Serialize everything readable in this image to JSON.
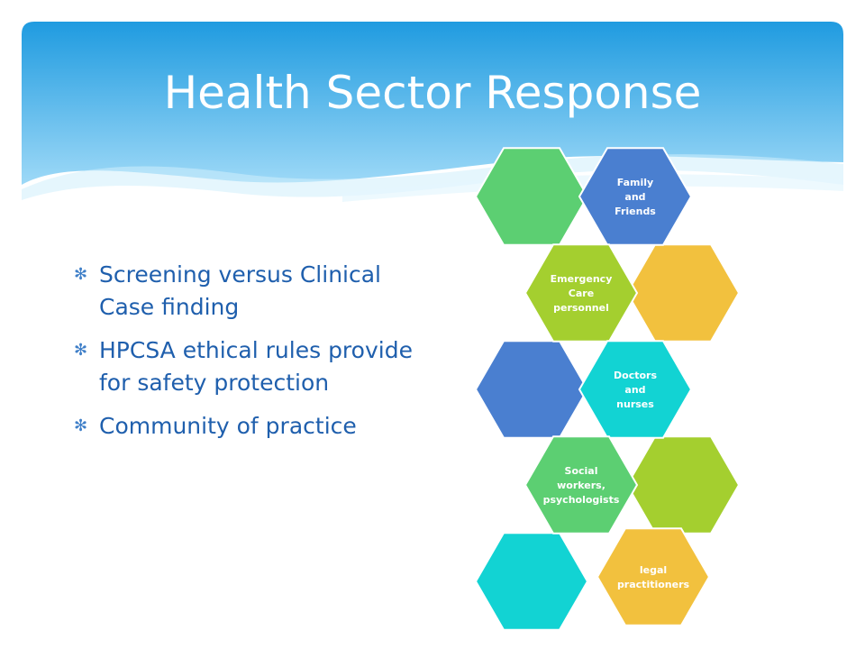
{
  "slide": {
    "title": "Health Sector Response",
    "bullets": [
      {
        "text": "Screening versus Clinical Case finding",
        "icon": "asterisk-icon"
      },
      {
        "text": "HPCSA ethical rules provide for safety protection",
        "icon": "asterisk-icon"
      },
      {
        "text": "Community of practice",
        "icon": "asterisk-icon"
      }
    ],
    "bullet_glyph": "✻",
    "hexagons": [
      {
        "id": "family-and-friends",
        "lines": [
          "Family",
          "and",
          "Friends"
        ],
        "color": "#4a7fd0"
      },
      {
        "id": "emergency-care-personnel",
        "lines": [
          "Emergency",
          "Care",
          "personnel"
        ],
        "color": "#a4cf2f"
      },
      {
        "id": "doctors-and-nurses",
        "lines": [
          "Doctors",
          "and",
          "nurses"
        ],
        "color": "#12d3d3"
      },
      {
        "id": "social-workers-psychologists",
        "lines": [
          "Social",
          "workers,",
          "psychologists"
        ],
        "color": "#5ccf72"
      },
      {
        "id": "legal-practitioners",
        "lines": [
          "legal",
          "practitioners"
        ],
        "color": "#f2c13e"
      }
    ],
    "filler_colors": [
      "#5ccf72",
      "#f2c13e",
      "#4a7fd0",
      "#a4cf2f",
      "#12d3d3"
    ],
    "header_colors": {
      "top": "#1f9be0",
      "bottom": "#9ed9f7",
      "accent": "#1f5fad"
    }
  }
}
